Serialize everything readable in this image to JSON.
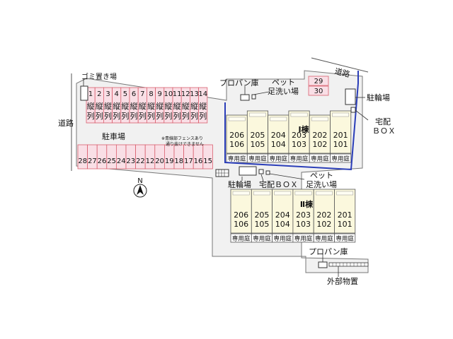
{
  "labels": {
    "road_top": "道路",
    "road_left": "道路",
    "garbage": "ゴミ置き場",
    "parking": "駐車場",
    "propane_1": "プロパン庫",
    "pet_wash_1a": "ペット",
    "pet_wash_1b": "足洗い場",
    "bike_1": "駐輪場",
    "delivery_1a": "宅配",
    "delivery_1b": "ＢＯＸ",
    "bike_2": "駐輪場",
    "delivery_2": "宅配ＢＯＸ",
    "pet_wash_2a": "ペット",
    "pet_wash_2b": "足洗い場",
    "propane_2": "プロパン庫",
    "storage": "外部物置",
    "fence_note_1": "※青線部フェンスあり",
    "fence_note_2": "通り抜けできません",
    "north": "N",
    "building_1": "Ⅰ棟",
    "building_2": "Ⅱ棟",
    "vertical_a": "縦",
    "vertical_b": "列"
  },
  "parking_top": [
    "1",
    "2",
    "3",
    "4",
    "5",
    "6",
    "7",
    "8",
    "9",
    "10",
    "11",
    "12",
    "13",
    "14"
  ],
  "parking_bottom": [
    "28",
    "27",
    "26",
    "25",
    "24",
    "23",
    "22",
    "12",
    "20",
    "19",
    "18",
    "17",
    "16",
    "15"
  ],
  "parking_side": [
    "29",
    "30"
  ],
  "building1": {
    "upper": [
      "206",
      "205",
      "204",
      "203",
      "202",
      "201"
    ],
    "lower": [
      "106",
      "105",
      "104",
      "103",
      "102",
      "101"
    ],
    "garden": "専用庭"
  },
  "building2": {
    "upper": [
      "206",
      "205",
      "204",
      "203",
      "202",
      "201"
    ],
    "lower": [
      "106",
      "105",
      "104",
      "103",
      "102",
      "101"
    ],
    "garden": "専用庭"
  },
  "colors": {
    "lot": "#f1f1f1",
    "parking": "#f9dfe6",
    "parking_line": "#d9606f",
    "building": "#fbf8dd",
    "fence": "#2a3db8"
  }
}
